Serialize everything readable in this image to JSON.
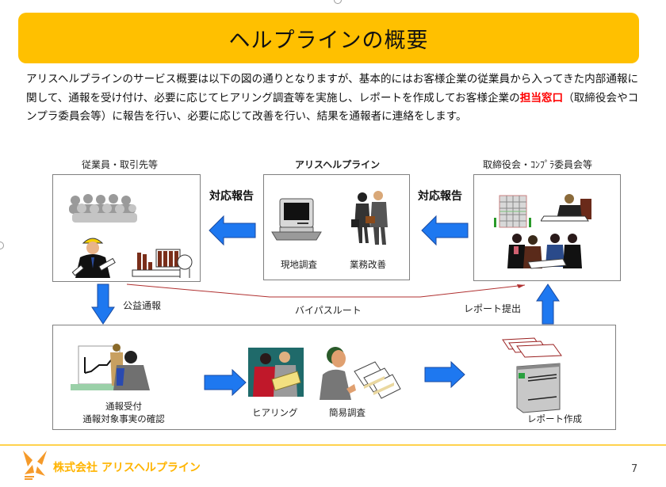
{
  "slide": {
    "title": "ヘルプラインの概要",
    "intro": {
      "before_highlight": "アリスヘルプラインのサービス概要は以下の図の通りとなりますが、基本的にはお客様企業の従業員から入ってきた内部通報に関して、通報を受け付け、必要に応じてヒアリング調査等を実施し、レポートを作成してお客様企業の",
      "highlight": "担当窓口",
      "after_highlight": "（取締役会やコンプラ委員会等）に報告を行い、必要に応じて改善を行い、結果を通報者に連絡をします。",
      "highlight_color": "#ff0000"
    },
    "page_number": "7",
    "company": "株式会社 アリスヘルプライン",
    "accent_color": "#ffc000"
  },
  "diagram": {
    "boxes": {
      "employees": {
        "label": "従業員・取引先等",
        "icons": [
          "crowd-icon",
          "worker-helmet-icon",
          "factory-icon"
        ]
      },
      "helpline": {
        "label": "アリスヘルプライン",
        "items": [
          "現地調査",
          "業務改善"
        ]
      },
      "board": {
        "label": "取締役会・ｺﾝﾌﾟﾗ委員会等",
        "icons": [
          "building-icon",
          "executive-icon",
          "meeting-icon"
        ]
      }
    },
    "arrows": {
      "helpline_to_employees": "対応報告",
      "board_to_helpline": "対応報告",
      "public_report": "公益通報",
      "bypass": "バイパスルート",
      "report_submit": "レポート提出"
    },
    "process": {
      "steps": [
        {
          "label_line1": "通報受付",
          "label_line2": "通報対象事実の確認"
        },
        {
          "label_line1": "ヒアリング"
        },
        {
          "label_line1": "簡易調査"
        },
        {
          "label_line1": "レポート作成"
        }
      ]
    },
    "arrow_color": "#1e78f0"
  }
}
